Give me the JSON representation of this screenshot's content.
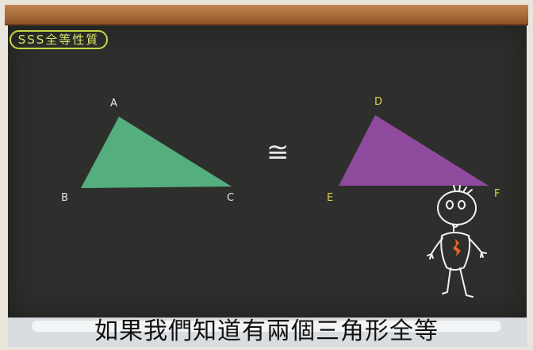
{
  "badge": {
    "label": "SSS全等性質"
  },
  "triangle_left": {
    "color": "#55ae7d",
    "vertices": {
      "a": "A",
      "b": "B",
      "c": "C"
    }
  },
  "triangle_right": {
    "color": "#8e4a9c",
    "vertices": {
      "d": "D",
      "e": "E",
      "f": "F"
    }
  },
  "congruent_symbol": "≅",
  "character": {
    "heart_color": "#e8681c"
  },
  "subtitle": "如果我們知道有兩個三角形全等"
}
